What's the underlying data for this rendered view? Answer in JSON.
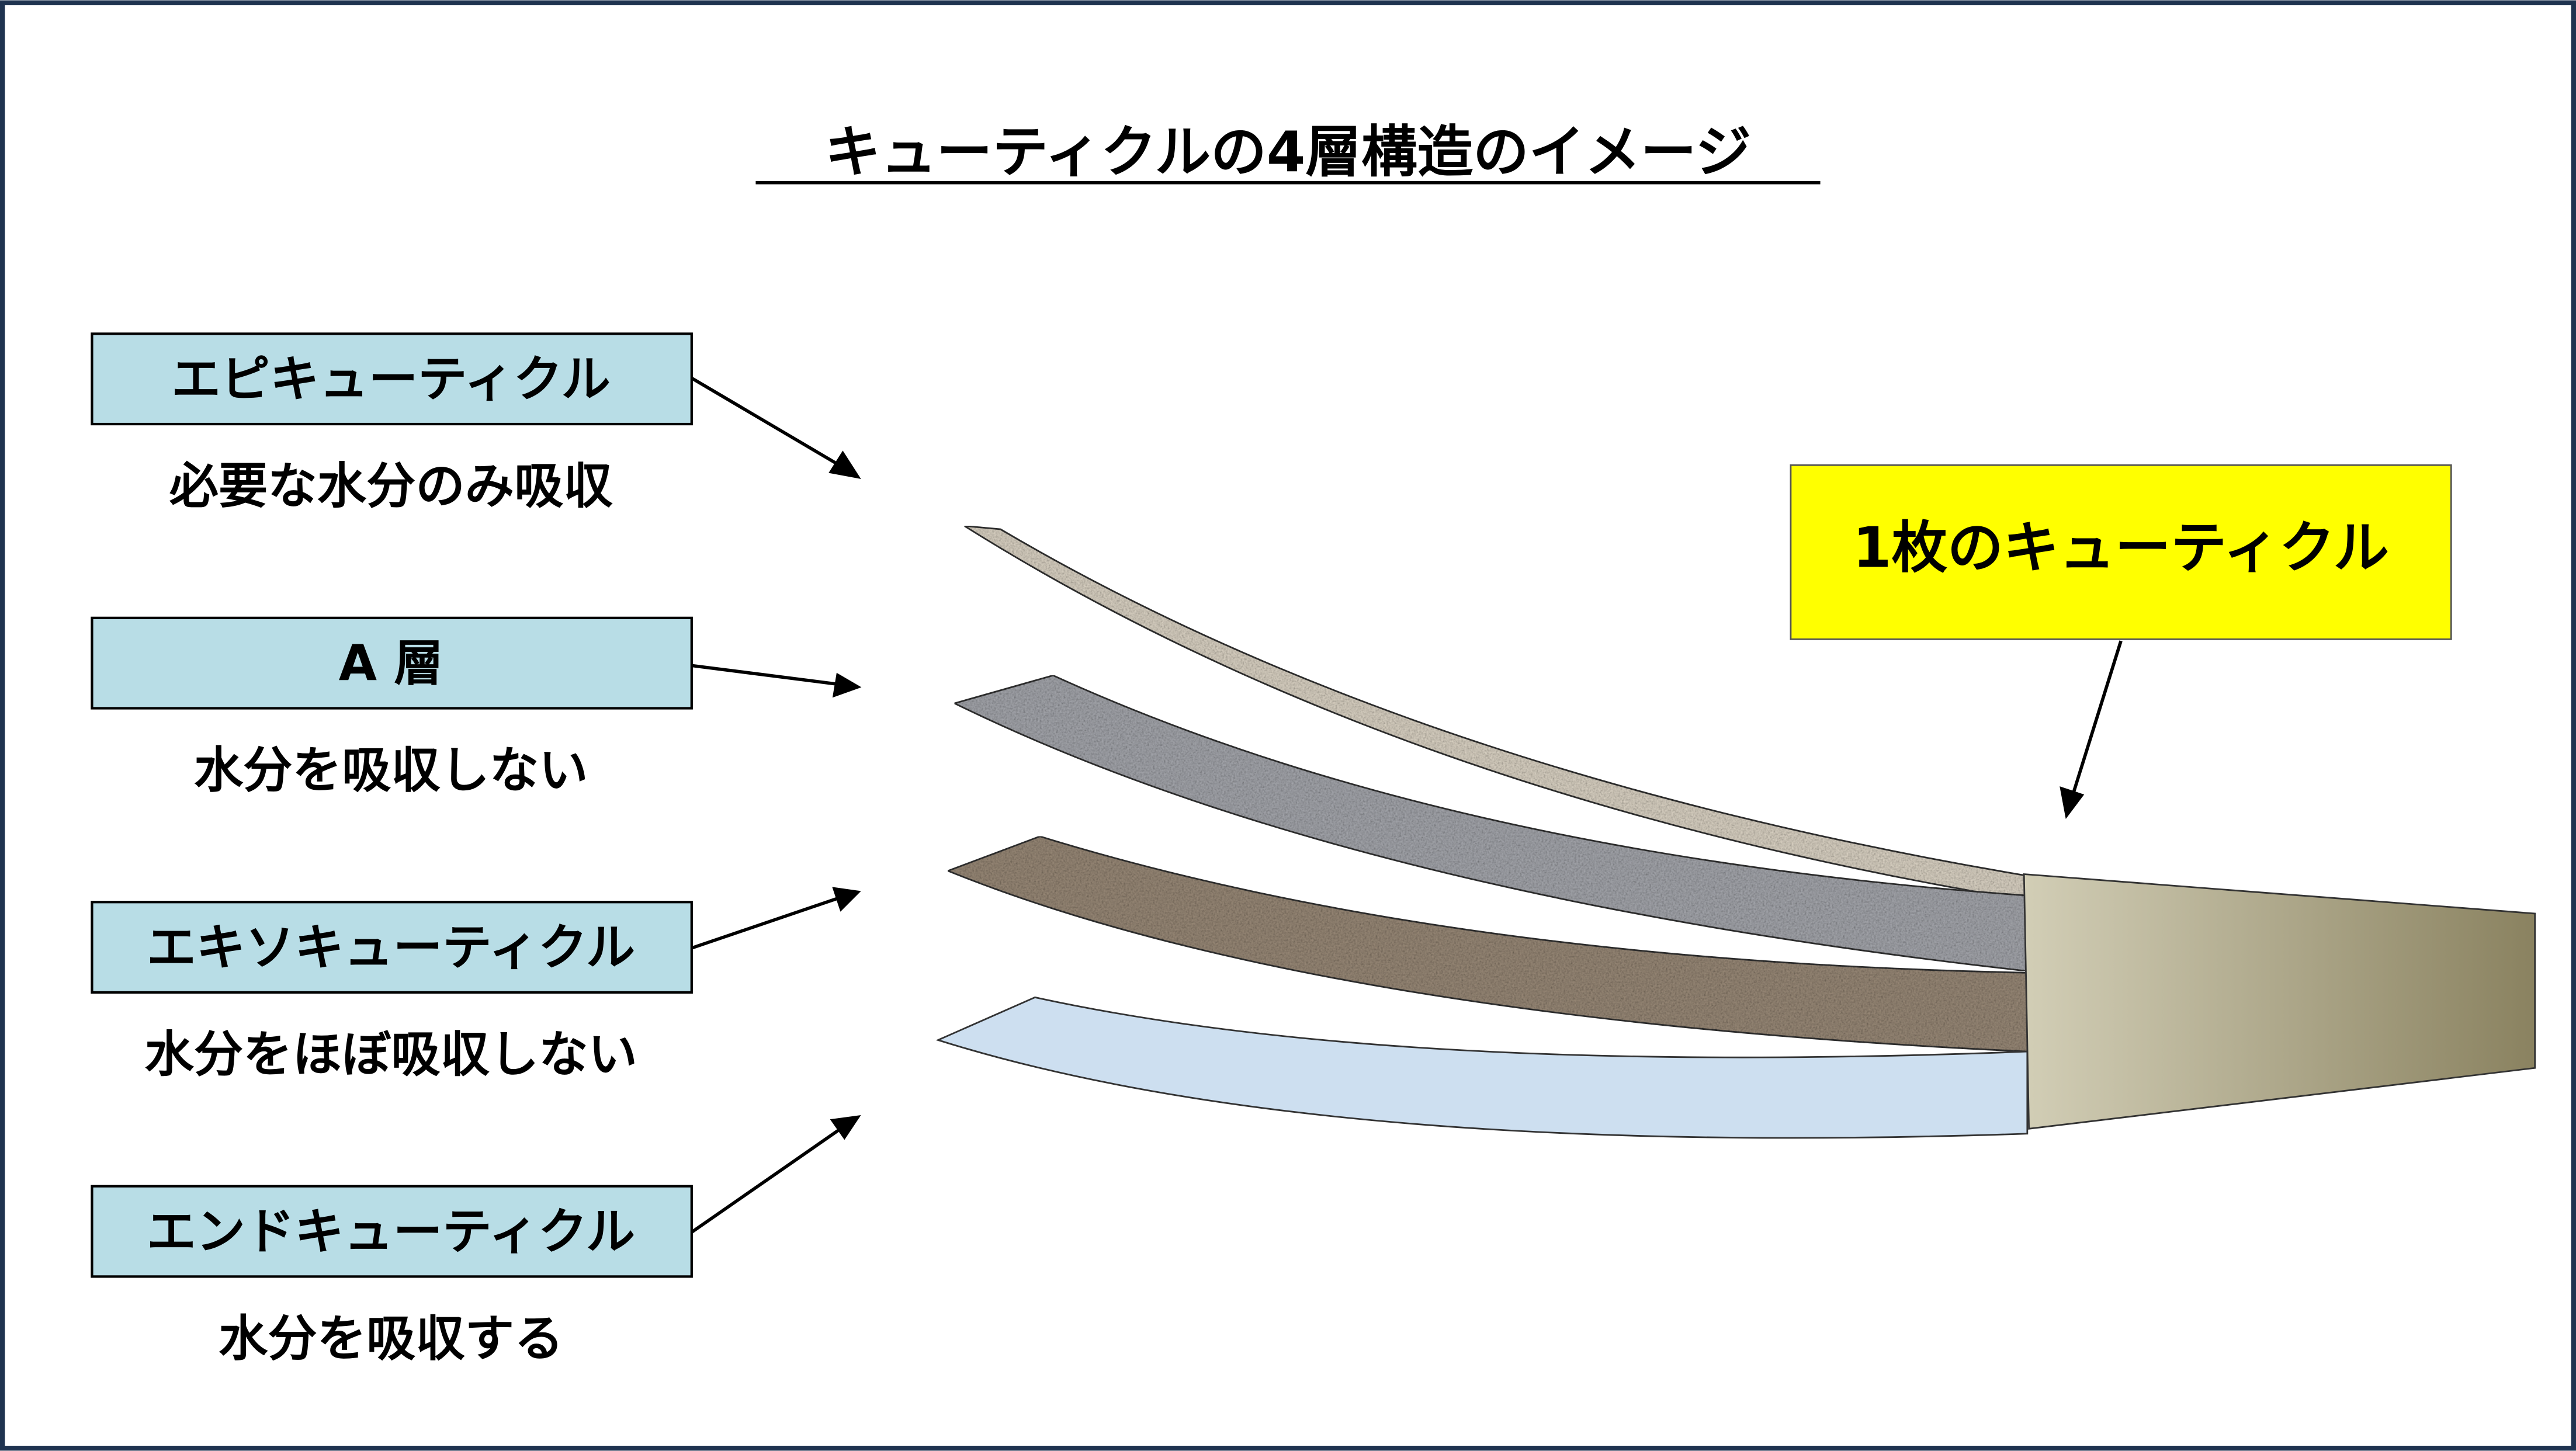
{
  "title": "キューティクルの4層構造のイメージ",
  "layers": [
    {
      "label": "エピキューティクル",
      "description": "必要な水分のみ吸収",
      "color": "#ddd5c6"
    },
    {
      "label": "A 層",
      "description": "水分を吸収しない",
      "color": "#9a9ca2"
    },
    {
      "label": "エキソキューティクル",
      "description": "水分をほぼ吸収しない",
      "color": "#8f8070"
    },
    {
      "label": "エンドキューティクル",
      "description": "水分を吸収する",
      "color": "#cddff0"
    }
  ],
  "callout": {
    "label": "1枚のキューティクル",
    "color": "#ffff00"
  },
  "colors": {
    "label_box": "#b8dde6",
    "frame": "#1f3350",
    "bundle_light": "#d2ceb6",
    "bundle_dark": "#8a8260"
  }
}
